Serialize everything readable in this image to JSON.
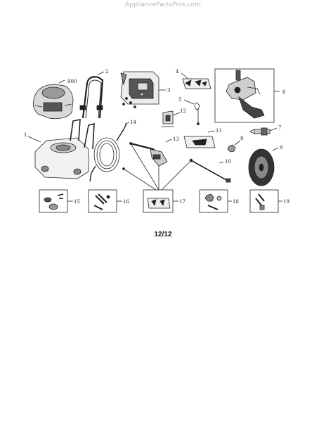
{
  "watermark": "AppliancePartsPros.com",
  "page_number": "12/12",
  "callouts": {
    "engine": "900",
    "frame": "1",
    "handle": "2",
    "control_panel": "3",
    "panel_kit": "4",
    "pump": "6",
    "connector": "7",
    "nut": "8",
    "wheel": "9",
    "wand": "10",
    "gun_kit": "11",
    "hook": "12",
    "spray_gun": "13",
    "hose": "14",
    "bolt_kit_15": "15",
    "bolt_kit_16": "16",
    "nozzle_kit": "17",
    "hardware_18": "18",
    "hardware_19": "19"
  },
  "callout_5": "5"
}
